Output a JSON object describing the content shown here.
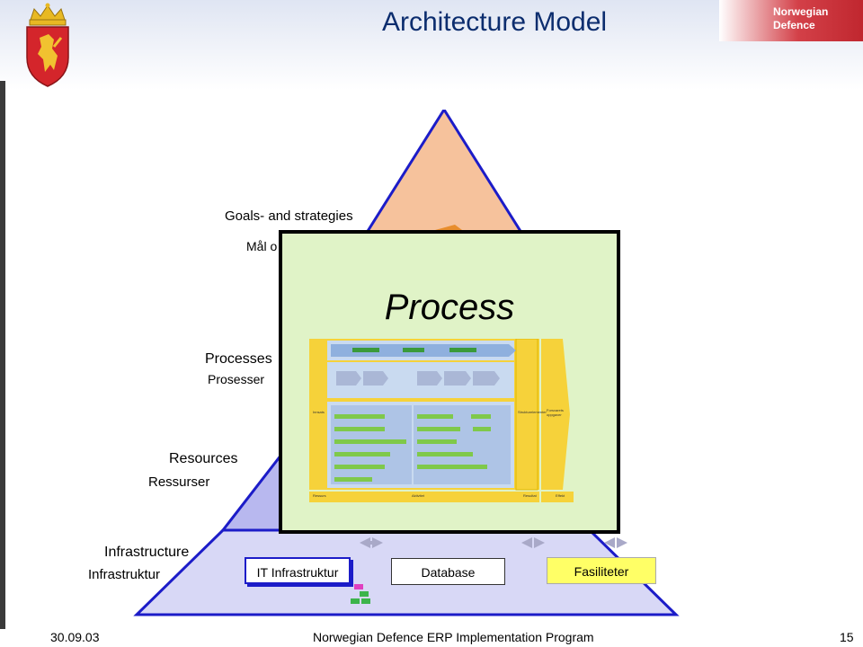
{
  "slide": {
    "title": "Architecture Model",
    "brand": [
      "Norwegian",
      "Defence"
    ]
  },
  "pyramid": {
    "goals": {
      "label_en": "Goals- and strategies",
      "label_no": "Mål o"
    },
    "processes": {
      "label_en": "Processes",
      "label_no": "Prosesser"
    },
    "resources": {
      "label_en": "Resources",
      "label_no": "Ressurser"
    },
    "infrastructure": {
      "label_en": "Infrastructure",
      "label_no": "Infrastruktur",
      "boxes": [
        "IT Infrastruktur",
        "Database",
        "Fasiliteter"
      ]
    }
  },
  "process_panel": {
    "title": "Process",
    "bottom_labels": [
      "Ressurs",
      "Aktivitet",
      "Resultat",
      "Effekt"
    ],
    "side_labels": [
      "Innsats",
      "Strukturelementer",
      "Forsvarets oppgaver"
    ]
  },
  "footer": {
    "date": "30.09.03",
    "program": "Norwegian Defence ERP Implementation Program",
    "page": "15"
  },
  "colors": {
    "title": "#0c2d6e",
    "pyramid_top": "#f6c29c",
    "pyramid_mid": "#b8b8ef",
    "pyramid_base": "#d8d8f6",
    "outline": "#1c1cc8",
    "process_panel": "#e0f3c7",
    "fasiliteter": "#ffff66"
  }
}
